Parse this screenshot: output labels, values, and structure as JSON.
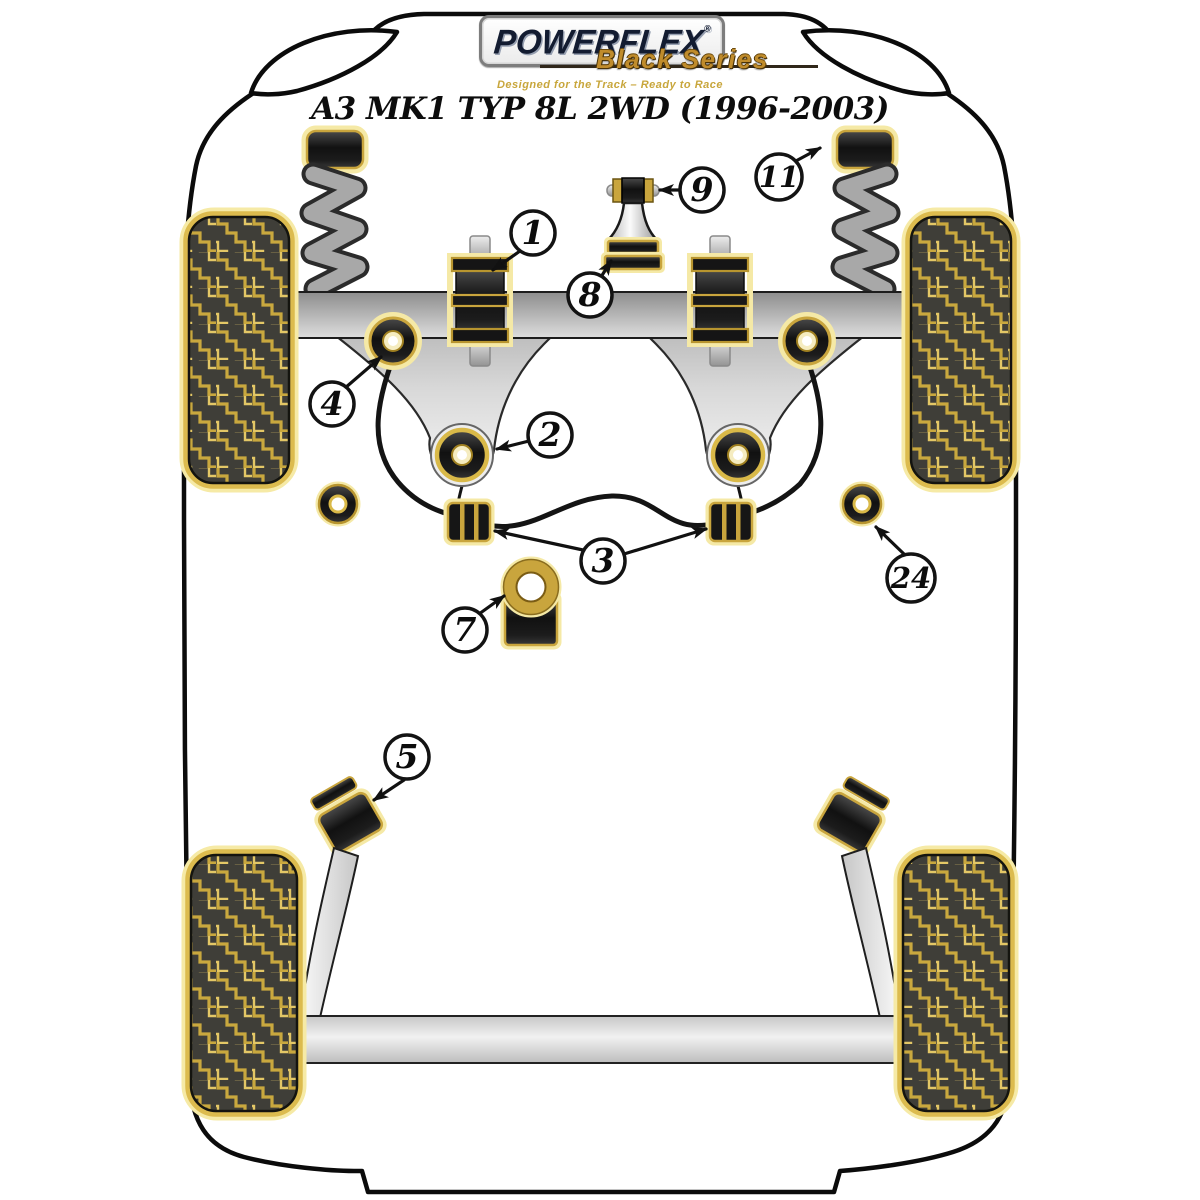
{
  "logo": {
    "brand_display": "POWERFLEX",
    "reg_mark": "®",
    "series": "Black Series",
    "tagline": "Designed for the Track – Ready to Race"
  },
  "title": "A3 MK1 TYP 8L 2WD (1996-2003)",
  "callouts": [
    {
      "number": "1"
    },
    {
      "number": "2"
    },
    {
      "number": "3"
    },
    {
      "number": "4"
    },
    {
      "number": "5"
    },
    {
      "number": "7"
    },
    {
      "number": "8"
    },
    {
      "number": "9"
    },
    {
      "number": "11"
    },
    {
      "number": "24"
    }
  ],
  "colors": {
    "accent_gold": "#c9a53d",
    "pale_gold_glow": "#f5e9a6",
    "tread_gold": "#c9a83e",
    "tire_dark": "#3f3e38",
    "part_black": "#141414",
    "outline_black": "#0b0b0b",
    "logo_navy": "#131c31",
    "series_gold": "#c08c2c"
  }
}
